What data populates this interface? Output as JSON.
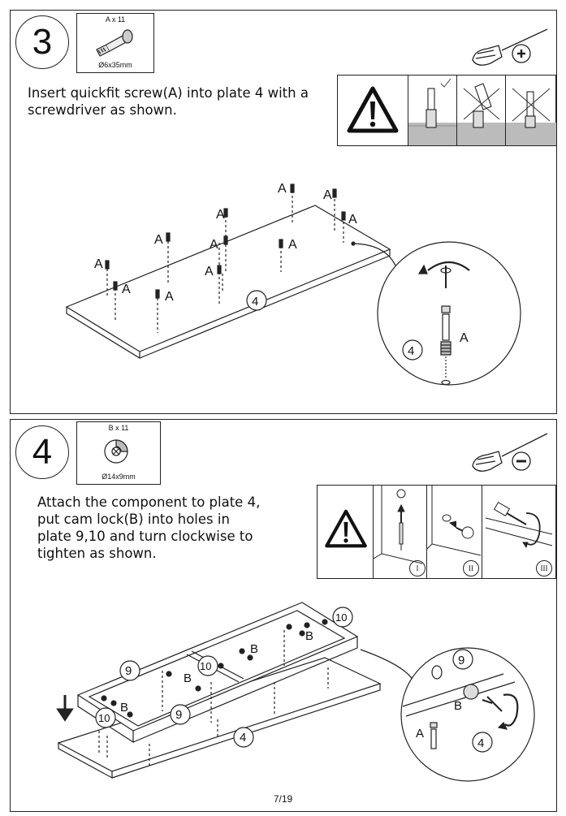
{
  "step3": {
    "number": "3",
    "hardware": {
      "qty": "A x 11",
      "size": "Ø6x35mm",
      "icon": "quickfit-screw-icon"
    },
    "tool_icon": "phillips-screwdriver-icon",
    "instruction": "Insert quickfit screw(A) into plate 4 with a screwdriver as shown.",
    "warning_icon": "warning-triangle-icon",
    "part_letter": "A",
    "plate_number": "4"
  },
  "step4": {
    "number": "4",
    "hardware": {
      "qty": "B x 11",
      "size": "Ø14x9mm",
      "icon": "cam-lock-icon"
    },
    "tool_icon": "flathead-screwdriver-icon",
    "instruction_lines": [
      "Attach the component to plate 4,",
      "put cam lock(B) into holes in",
      "plate 9,10 and turn clockwise to",
      "tighten as shown."
    ],
    "warning_icon": "warning-triangle-icon",
    "substeps": [
      "I",
      "II",
      "III"
    ],
    "labels": {
      "plate": "4",
      "side": "9",
      "divider": "10",
      "screw": "A",
      "cam": "B"
    }
  },
  "footer": {
    "page": "7/19"
  }
}
